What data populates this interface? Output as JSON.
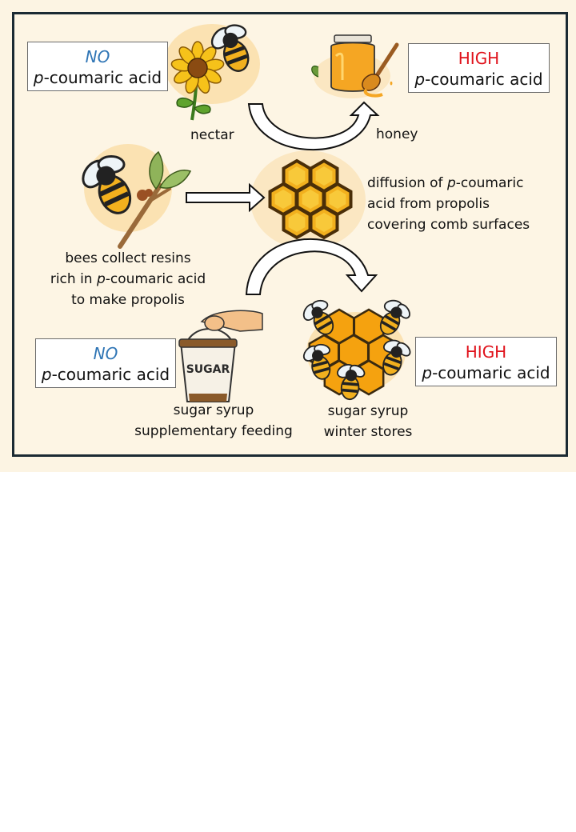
{
  "boxes": {
    "nectar": {
      "level": "NO",
      "italic_prefix": "p",
      "compound_rest": "-coumaric acid"
    },
    "honey": {
      "level": "HIGH",
      "italic_prefix": "p",
      "compound_rest": "-coumaric acid"
    },
    "feeding": {
      "level": "NO",
      "italic_prefix": "p",
      "compound_rest": "-coumaric acid"
    },
    "winter": {
      "level": "HIGH",
      "italic_prefix": "p",
      "compound_rest": "-coumaric acid"
    }
  },
  "labels": {
    "nectar": "nectar",
    "honey": "honey",
    "diffusion_line1_pre": "diffusion of ",
    "diffusion_line1_italic": "p",
    "diffusion_line1_post": "-coumaric",
    "diffusion_line2": "acid from  propolis",
    "diffusion_line3": "covering comb surfaces",
    "resins_line1": "bees collect resins",
    "resins_line2_pre": "rich in ",
    "resins_line2_italic": "p",
    "resins_line2_post": "-coumaric acid",
    "resins_line3": "to make propolis",
    "feeding_line1": "sugar syrup",
    "feeding_line2": "supplementary feeding",
    "winter_line1": "sugar syrup",
    "winter_line2": "winter stores",
    "bucket_text": "SUGAR"
  },
  "colors": {
    "frame": "#1b2a33",
    "background": "#fdf5e4",
    "no_level": "#2f75b5",
    "high_level": "#e0121b",
    "honey": "#f5a623",
    "comb_fill": "#f2b01e",
    "comb_edge": "#5a3a10"
  },
  "icons": [
    "bee-icon",
    "sunflower-icon",
    "honey-jar-icon",
    "honey-dipper-icon",
    "honeycomb-icon",
    "sugar-bucket-icon",
    "branch-icon",
    "curved-arrow-icon",
    "right-arrow-icon"
  ]
}
